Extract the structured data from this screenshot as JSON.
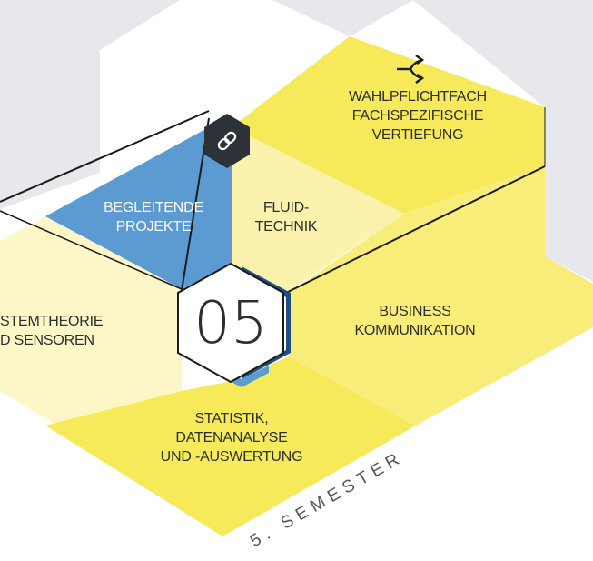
{
  "semester": {
    "number": "05",
    "caption": "5. SEMESTER"
  },
  "modules": {
    "wahlpflicht": {
      "lines": [
        "WAHLPFLICHTFACH",
        "FACHSPEZIFISCHE",
        "VERTIEFUNG"
      ],
      "icon": "branch-arrow-icon"
    },
    "begleitende": {
      "lines": [
        "BEGLEITENDE",
        "PROJEKTE"
      ],
      "icon": "link-chain-icon"
    },
    "fluid": {
      "lines": [
        "FLUID-",
        "TECHNIK"
      ]
    },
    "systemtheorie": {
      "lines": [
        "STEMTHEORIE",
        "D SENSOREN"
      ]
    },
    "business": {
      "lines": [
        "BUSINESS",
        "KOMMUNIKATION"
      ]
    },
    "statistik": {
      "lines": [
        "STATISTIK,",
        "DATENANALYSE",
        "UND -AUSWERTUNG"
      ]
    }
  },
  "colors": {
    "yellow": "#f6e95a",
    "light_yellow": "#fbf3ad",
    "pale_yellow": "#fdf7c8",
    "blue": "#5b9bd1",
    "dark_blue": "#1f4f86",
    "grey": "#e6e8ec",
    "dark_hex": "#2d3138",
    "line": "#1a1a1a"
  }
}
